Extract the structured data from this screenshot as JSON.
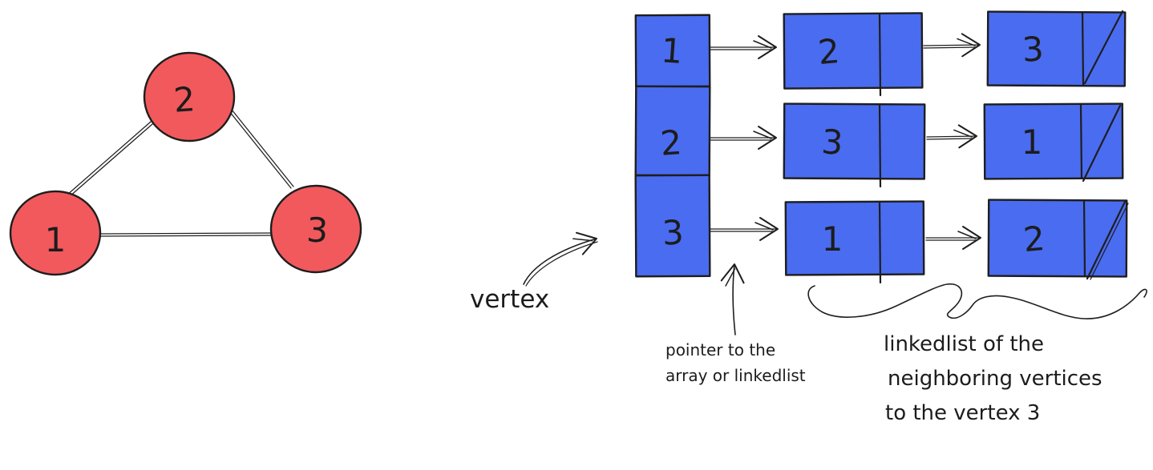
{
  "colors": {
    "red_fill": "#f2595c",
    "blue_fill": "#4a6cf0",
    "ink": "#1e1e1e"
  },
  "graph": {
    "nodes": [
      {
        "label": "1"
      },
      {
        "label": "2"
      },
      {
        "label": "3"
      }
    ],
    "edges": [
      {
        "from": "1",
        "to": "2"
      },
      {
        "from": "2",
        "to": "3"
      },
      {
        "from": "1",
        "to": "3"
      }
    ]
  },
  "adjacency": {
    "array": [
      {
        "label": "1"
      },
      {
        "label": "2"
      },
      {
        "label": "3"
      }
    ],
    "rows": [
      {
        "first": {
          "label": "2",
          "is_null": false
        },
        "second": {
          "label": "3",
          "is_null": true
        }
      },
      {
        "first": {
          "label": "3",
          "is_null": false
        },
        "second": {
          "label": "1",
          "is_null": true
        }
      },
      {
        "first": {
          "label": "1",
          "is_null": false
        },
        "second": {
          "label": "2",
          "is_null": true
        }
      }
    ]
  },
  "annotations": {
    "vertex": "vertex",
    "pointer_note": {
      "line1": "pointer to the",
      "line2": "array or linkedlist"
    },
    "linkedlist_note": {
      "line1": "linkedlist of the",
      "line2": "neighboring vertices",
      "line3": "to the vertex 3"
    }
  }
}
